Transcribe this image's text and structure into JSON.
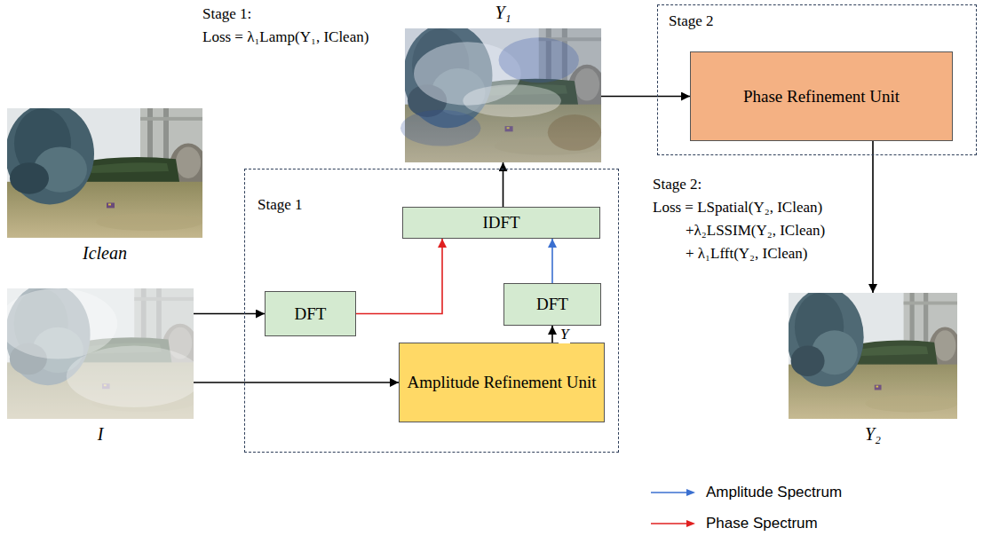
{
  "diagram": {
    "nodes": [
      {
        "text": [
          "Iclean"
        ]
      },
      {
        "text": [
          "Stage 1"
        ]
      },
      {
        "text": [
          "IDFT"
        ],
        "in": 1
      },
      {
        "text": [
          "DFT"
        ],
        "in": 1
      },
      {
        "text": [
          "DFT"
        ],
        "in": 1
      },
      {
        "text": [
          "Amplitude Refinement Unit"
        ],
        "in": 1
      },
      {
        "text": [
          "Y₁"
        ]
      },
      {
        "text": [
          "Stage 2"
        ]
      },
      {
        "text": [
          "Phase Refinement Unit"
        ],
        "in": 7
      },
      {
        "text": [
          "I"
        ]
      },
      {
        "text": [
          "Y₂"
        ]
      }
    ],
    "edges": [
      {
        "from": 9,
        "to": 3,
        "arrow": "to"
      },
      {
        "from": 9,
        "to": 5,
        "arrow": "to"
      },
      {
        "from": 3,
        "to": 2,
        "arrow": "to"
      },
      {
        "from": 5,
        "to": 4,
        "arrow": "to",
        "label": "Y"
      },
      {
        "from": 4,
        "to": 2,
        "arrow": "to"
      },
      {
        "from": 2,
        "to": 6,
        "arrow": "to"
      },
      {
        "from": 6,
        "to": 8,
        "arrow": "to"
      },
      {
        "from": 8,
        "to": 10,
        "arrow": "to"
      }
    ],
    "labels": [
      "Stage 1:",
      "Loss = λ₁Lamp(Y₁, IClean)",
      "Stage 2:",
      "Loss = LSpatial(Y₂, IClean)",
      "+λ₂LSSIM(Y₂, IClean)",
      "+ λ₁Lfft(Y₂, IClean)"
    ],
    "legend": [
      {
        "text": "Amplitude Spectrum"
      },
      {
        "text": "Phase Spectrum"
      }
    ]
  }
}
